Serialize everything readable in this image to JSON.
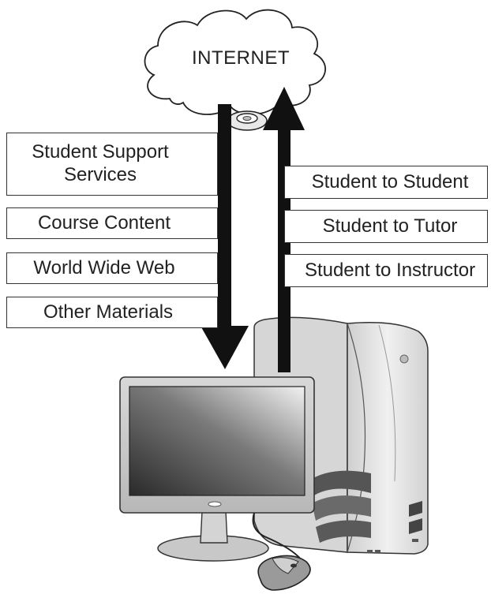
{
  "cloud": {
    "label": "INTERNET"
  },
  "downstream_items": [
    {
      "label": "Student Support Services"
    },
    {
      "label": "Course Content"
    },
    {
      "label": "World Wide Web"
    },
    {
      "label": "Other Materials"
    }
  ],
  "upstream_items": [
    {
      "label": "Student to Student"
    },
    {
      "label": "Student to Tutor"
    },
    {
      "label": "Student to Instructor"
    }
  ],
  "icons": {
    "cloud": "cloud-icon",
    "modem": "modem-icon",
    "monitor": "monitor-icon",
    "computer_tower": "computer-tower-icon",
    "mouse": "mouse-icon",
    "down_arrow": "down-arrow-icon",
    "up_arrow": "up-arrow-icon"
  },
  "colors": {
    "stroke": "#222222",
    "arrow": "#111111",
    "tower_body": "#e4e4e4",
    "screen_dark": "#3a3a3a"
  }
}
